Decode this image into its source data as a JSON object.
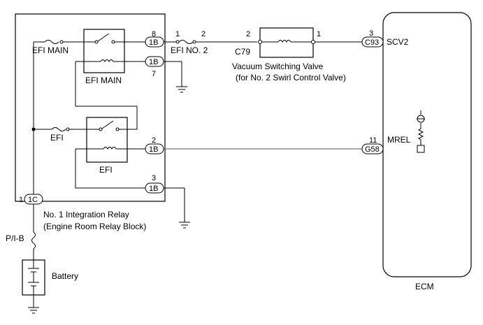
{
  "relay_block": {
    "name_line1": "No. 1 Integration Relay",
    "name_line2": "(Engine Room Relay Block)",
    "pin_1c": "1",
    "conn_1c": "1C"
  },
  "efi_main": {
    "fuse_label": "EFI MAIN",
    "relay_label": "EFI MAIN",
    "pin_out": "8",
    "pin_gnd": "7",
    "conn": "1B"
  },
  "efi": {
    "fuse_label": "EFI",
    "relay_label": "EFI",
    "pin_out": "2",
    "pin_gnd": "3",
    "conn": "1B"
  },
  "efi_no2": {
    "label": "EFI NO. 2",
    "pin_a": "1",
    "pin_b": "2"
  },
  "vsv": {
    "conn": "C79",
    "pin_in": "2",
    "pin_out": "1",
    "name_line1": "Vacuum Switching Valve",
    "name_line2": "(for No. 2 Swirl Control Valve)"
  },
  "ecm": {
    "label": "ECM",
    "scv2_pin": "3",
    "scv2_conn": "C93",
    "scv2_label": "SCV2",
    "mrel_pin": "11",
    "mrel_conn": "G58",
    "mrel_label": "MREL"
  },
  "pib": {
    "label": "P/I-B"
  },
  "battery": {
    "label": "Battery"
  }
}
